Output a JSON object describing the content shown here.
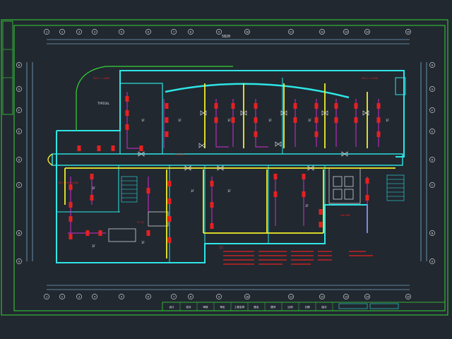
{
  "colors": {
    "background": "#212830",
    "frame": "#37d437",
    "wall": "#2ee6e6",
    "duct_yellow": "#f2ee2a",
    "duct_magenta": "#d22bd2",
    "equipment": "#e62020",
    "dimension": "#9fd7ff",
    "text": "#e9ecef",
    "grid": "#2a323b"
  },
  "top_grid_labels": [
    "1",
    "2",
    "3",
    "4",
    "5",
    "6",
    "7",
    "8",
    "9",
    "10",
    "11",
    "12",
    "13",
    "14",
    "15"
  ],
  "bottom_grid_labels": [
    "1",
    "2",
    "3",
    "4",
    "5",
    "6",
    "7",
    "8",
    "9",
    "10",
    "11",
    "12",
    "13",
    "14",
    "15"
  ],
  "left_grid_labels": [
    "H",
    "G",
    "F",
    "E",
    "D",
    "C",
    "B",
    "A"
  ],
  "right_grid_labels": [
    "H",
    "G",
    "F",
    "E",
    "D",
    "C",
    "B",
    "A"
  ],
  "overall_dimension": "5820",
  "rooms": [
    "1F",
    "1F",
    "1F",
    "1F",
    "1F",
    "1F",
    "1F",
    "1F",
    "1F",
    "1F",
    "1F",
    "1F"
  ],
  "room_tag": "TYPICAL",
  "notes_title": "注:",
  "title_block": [
    "设计",
    "校对",
    "审核",
    "审定",
    "工程名称",
    "图名",
    "图号",
    "比例",
    "日期",
    "版次"
  ]
}
